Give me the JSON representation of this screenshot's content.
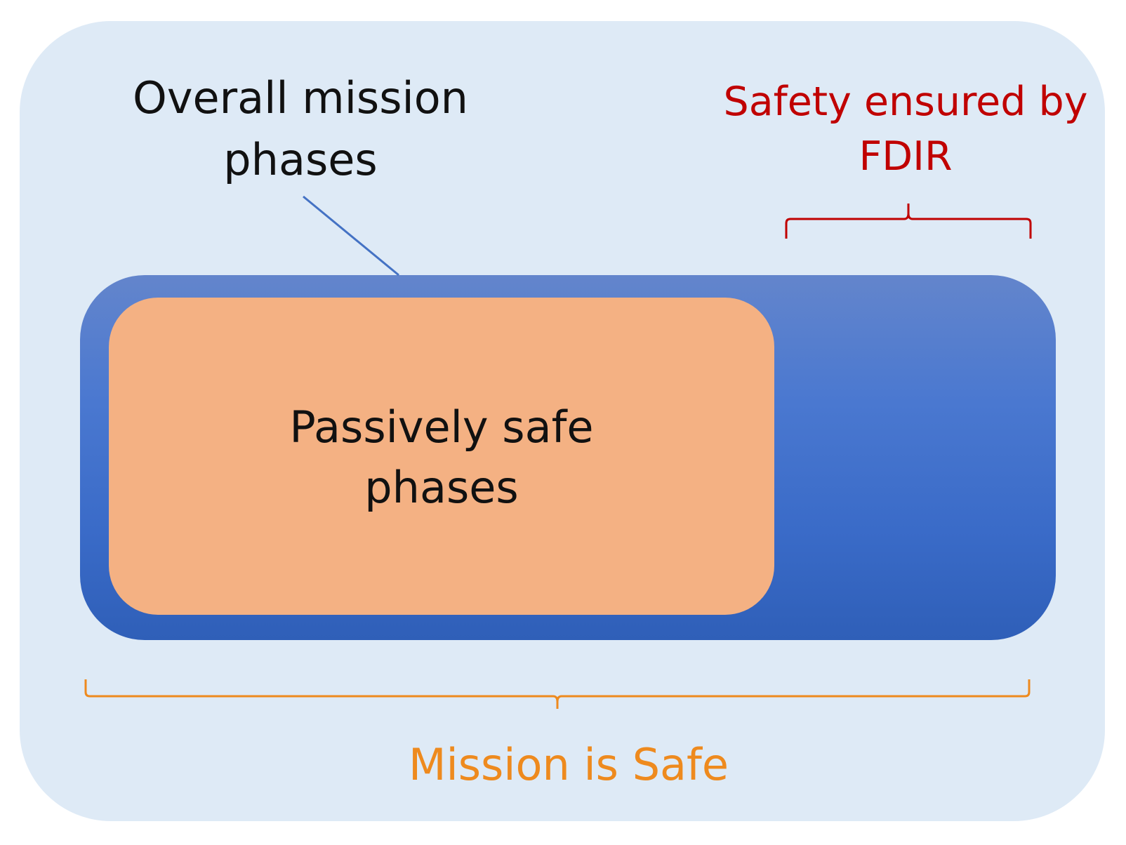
{
  "labels": {
    "overall": "Overall mission\nphases",
    "passive": "Passively safe\nphases",
    "fdir": "Safety ensured by\nFDIR",
    "safe": "Mission is Safe"
  },
  "colors": {
    "outer_panel": "#deeaf6",
    "mission_bar": "#4472c4",
    "passive_box": "#f4b183",
    "fdir_text": "#c00000",
    "safe_text": "#ee8a1e",
    "leader_line": "#4472c4"
  }
}
